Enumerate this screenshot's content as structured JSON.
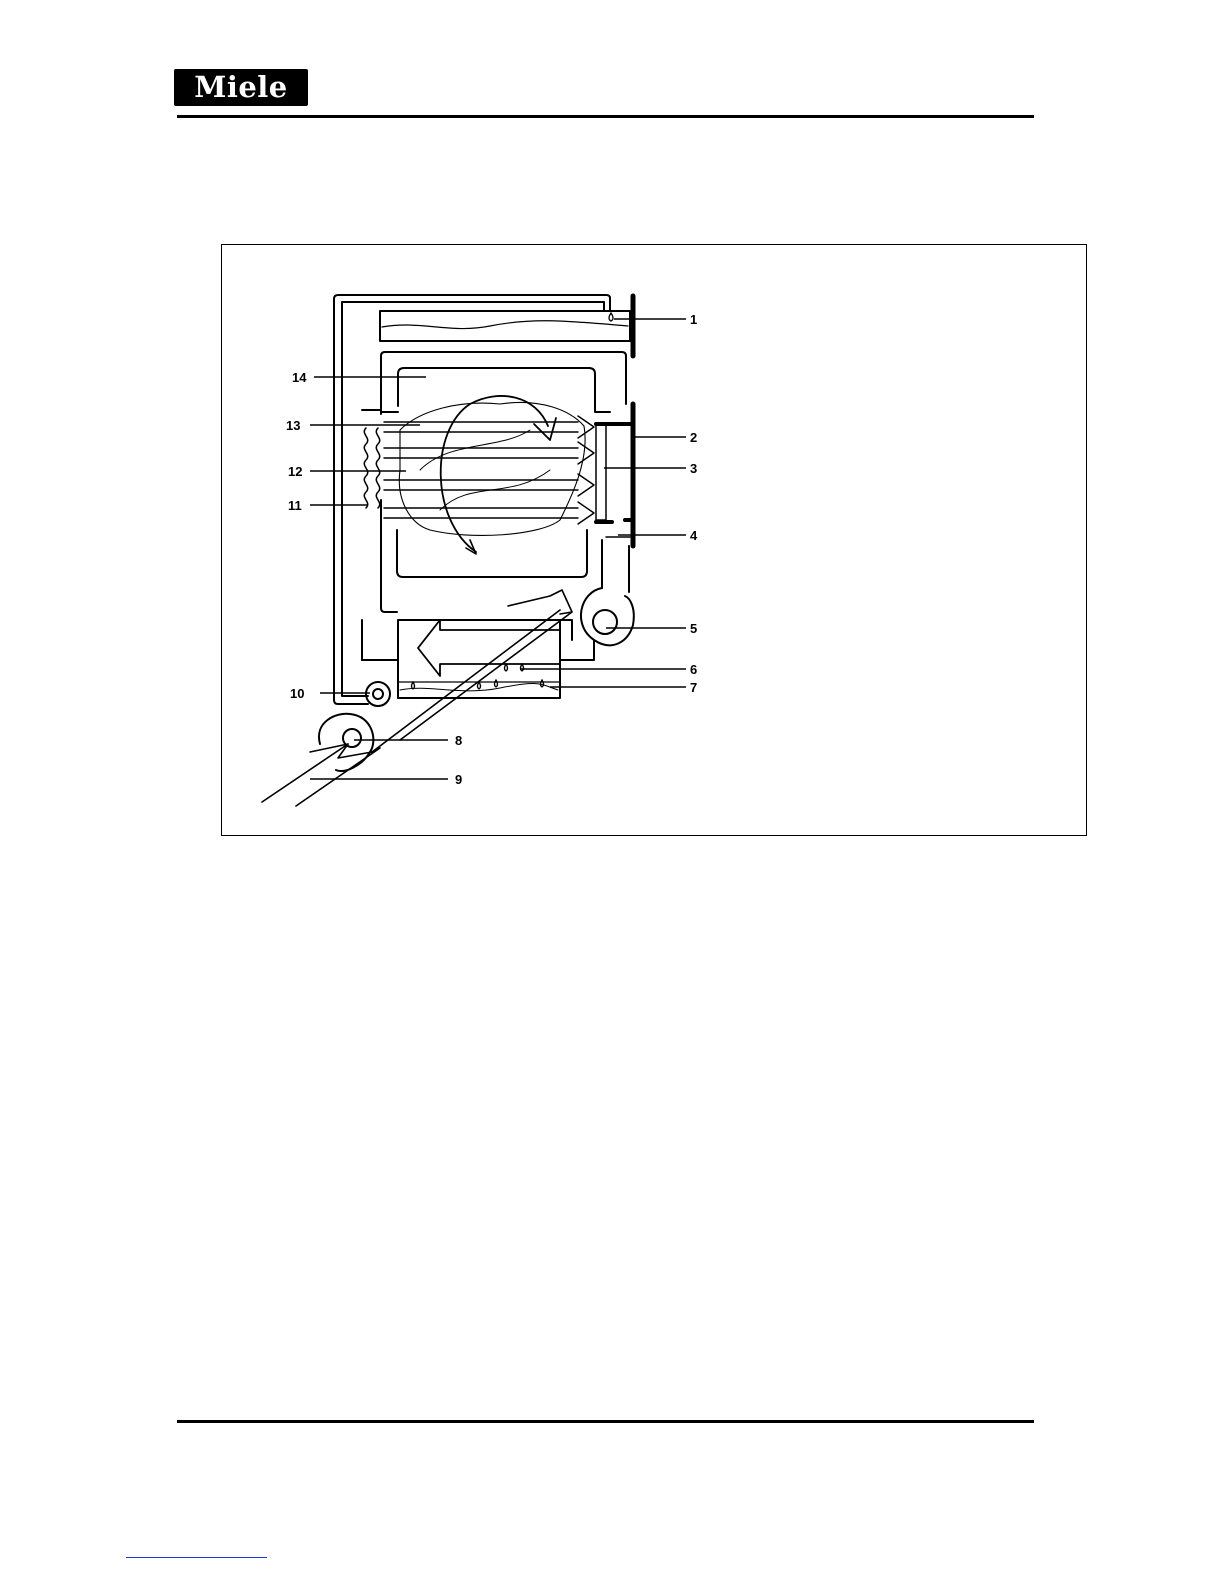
{
  "header": {
    "logo_text": "Miele"
  },
  "diagram": {
    "callouts": [
      "1",
      "2",
      "3",
      "4",
      "5",
      "6",
      "7",
      "8",
      "9",
      "10",
      "11",
      "12",
      "13",
      "14"
    ]
  },
  "colors": {
    "ink": "#000000",
    "paper": "#ffffff",
    "footer_link": "#1a3fd6"
  },
  "icons": [
    "water-drop-icon",
    "fan-icon",
    "pump-icon",
    "heater-coil-icon",
    "airflow-arrow-icon"
  ]
}
